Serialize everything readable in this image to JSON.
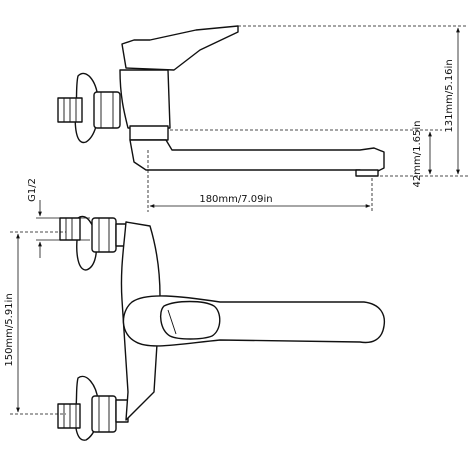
{
  "diagram": {
    "colors": {
      "line": "#111111",
      "background": "#ffffff"
    },
    "labels": {
      "height_total": "131mm/5.16in",
      "spout_height": "42mm/1.65in",
      "spout_reach": "180mm/7.09in",
      "thread": "G1/2",
      "inlet_spacing": "150mm/5.91in"
    }
  }
}
